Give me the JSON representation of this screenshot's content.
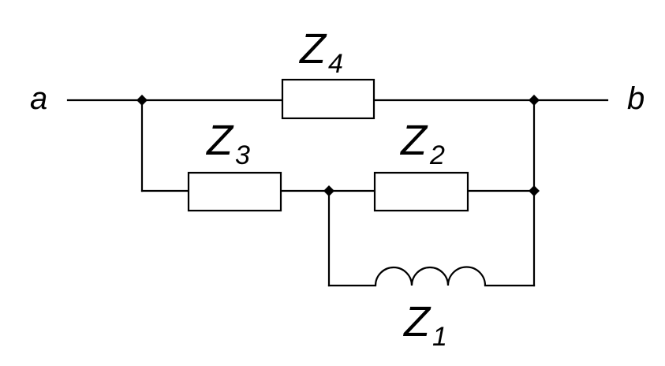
{
  "terminals": {
    "left": "a",
    "right": "b"
  },
  "elements": [
    {
      "id": "Z4",
      "letter": "Z",
      "index": "4",
      "kind": "resistor"
    },
    {
      "id": "Z3",
      "letter": "Z",
      "index": "3",
      "kind": "resistor"
    },
    {
      "id": "Z2",
      "letter": "Z",
      "index": "2",
      "kind": "resistor"
    },
    {
      "id": "Z1",
      "letter": "Z",
      "index": "1",
      "kind": "inductor"
    }
  ],
  "colors": {
    "line": "#000000",
    "background": "#ffffff"
  }
}
